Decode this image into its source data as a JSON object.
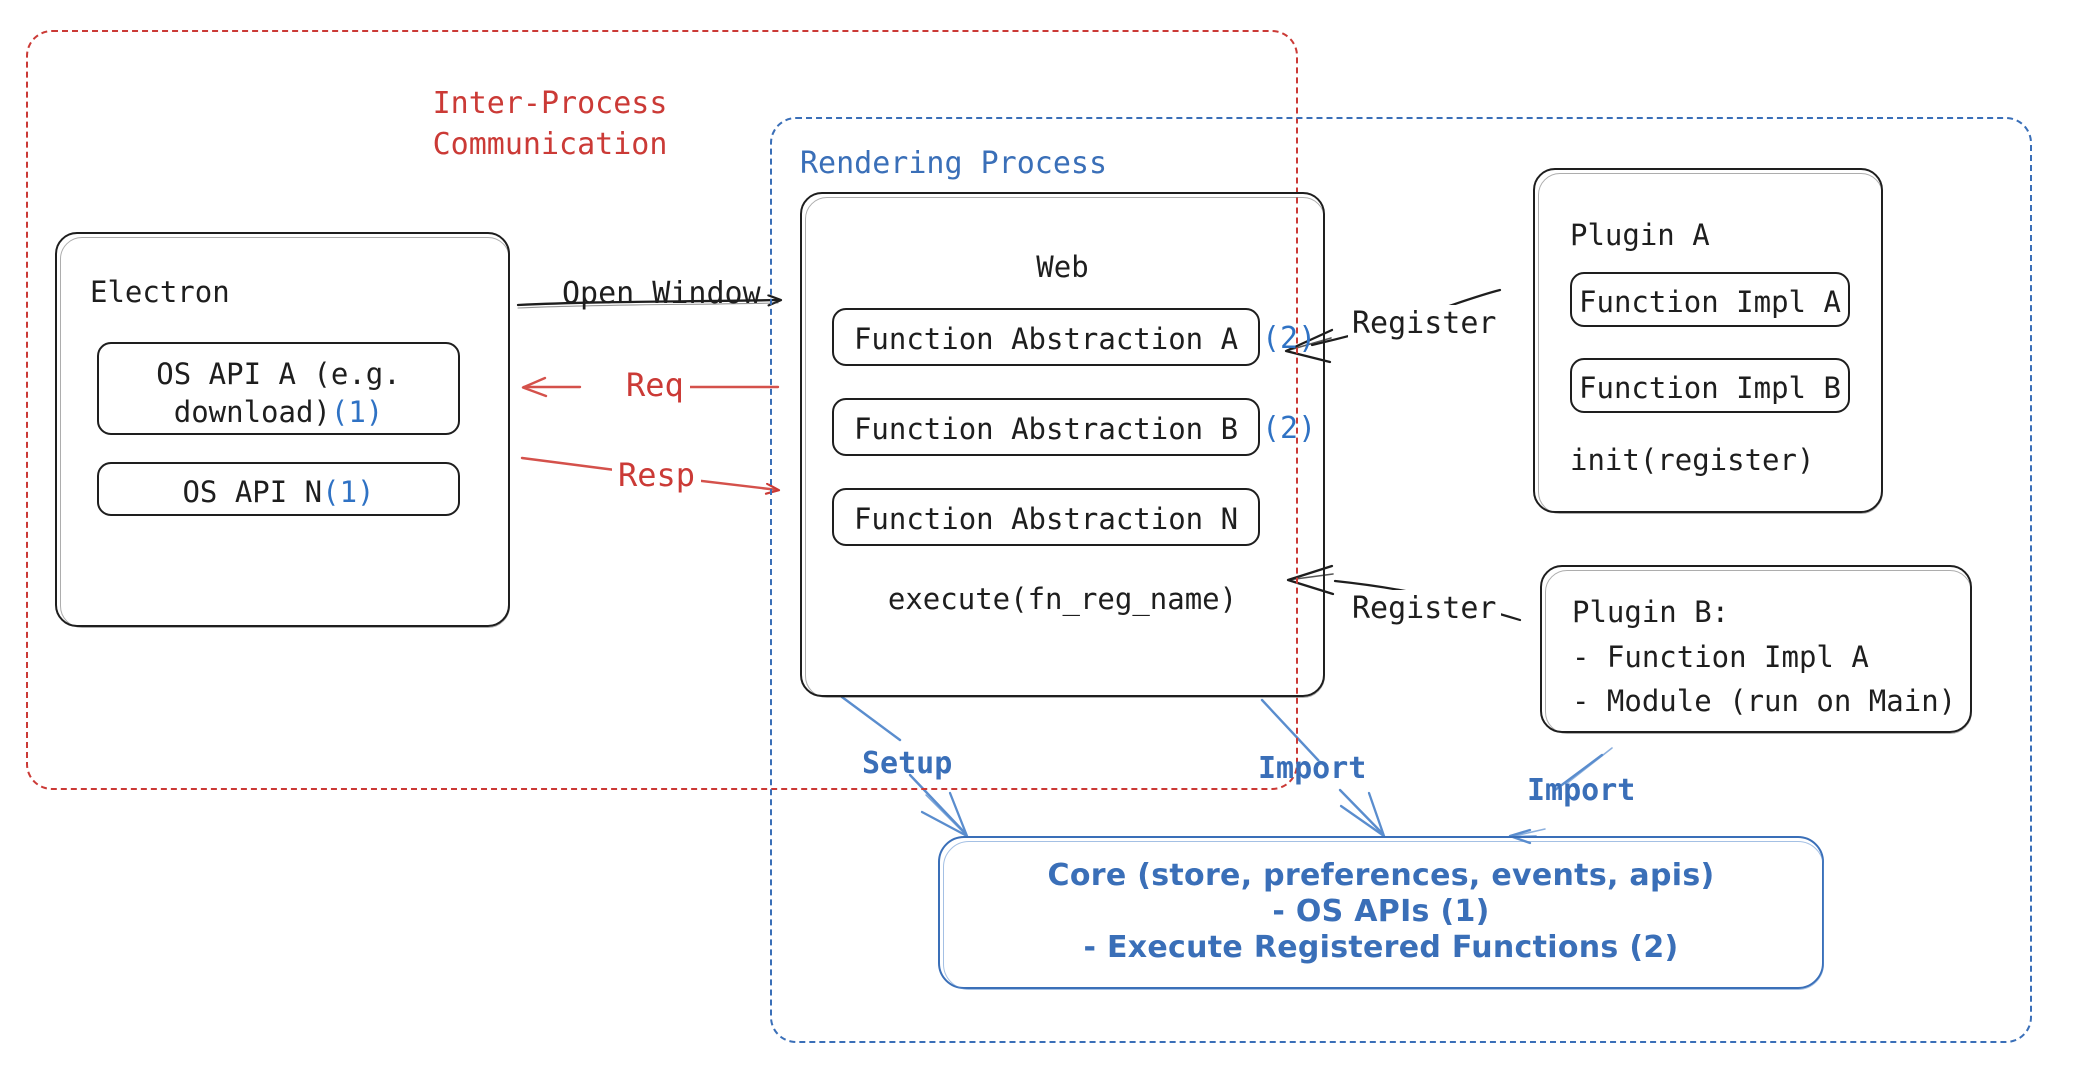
{
  "diagram": {
    "title": "Electron Plugin Architecture",
    "colors": {
      "ink": "#1e1e1e",
      "red": "#cb3a36",
      "blue": "#3a6fb8",
      "marker_blue": "#2f72c4"
    }
  },
  "regions": {
    "ipc": {
      "label_line1": "Inter-Process",
      "label_line2": "Communication",
      "style": "dashed",
      "color": "#cb3a36"
    },
    "rendering": {
      "label": "Rendering Process",
      "style": "dashed",
      "color": "#3a6fb8"
    }
  },
  "electron": {
    "title": "Electron",
    "apis": [
      {
        "name": "OS API A (e.g.\ndownload)",
        "marker": "(1)"
      },
      {
        "name": "OS API N",
        "marker": "(1)"
      }
    ]
  },
  "web": {
    "title": "Web",
    "abstractions": [
      {
        "name": "Function Abstraction A",
        "marker": "(2)"
      },
      {
        "name": "Function Abstraction B",
        "marker": "(2)"
      },
      {
        "name": "Function Abstraction N",
        "marker": ""
      }
    ],
    "footer": "execute(fn_reg_name)"
  },
  "plugin_a": {
    "title": "Plugin A",
    "functions": [
      "Function Impl A",
      "Function Impl B"
    ],
    "footer": "init(register)"
  },
  "plugin_b": {
    "title": "Plugin B:",
    "lines": [
      "- Function Impl A",
      "- Module (run on Main)"
    ]
  },
  "core": {
    "line1": "Core (store, preferences, events, apis)",
    "line2": "- OS APIs (1)",
    "line3": "- Execute Registered Functions (2)"
  },
  "edges": {
    "open_window": "Open Window",
    "req": "Req",
    "resp": "Resp",
    "register_a": "Register",
    "register_b": "Register",
    "setup": "Setup",
    "import_web": "Import",
    "import_plugin": "Import"
  }
}
